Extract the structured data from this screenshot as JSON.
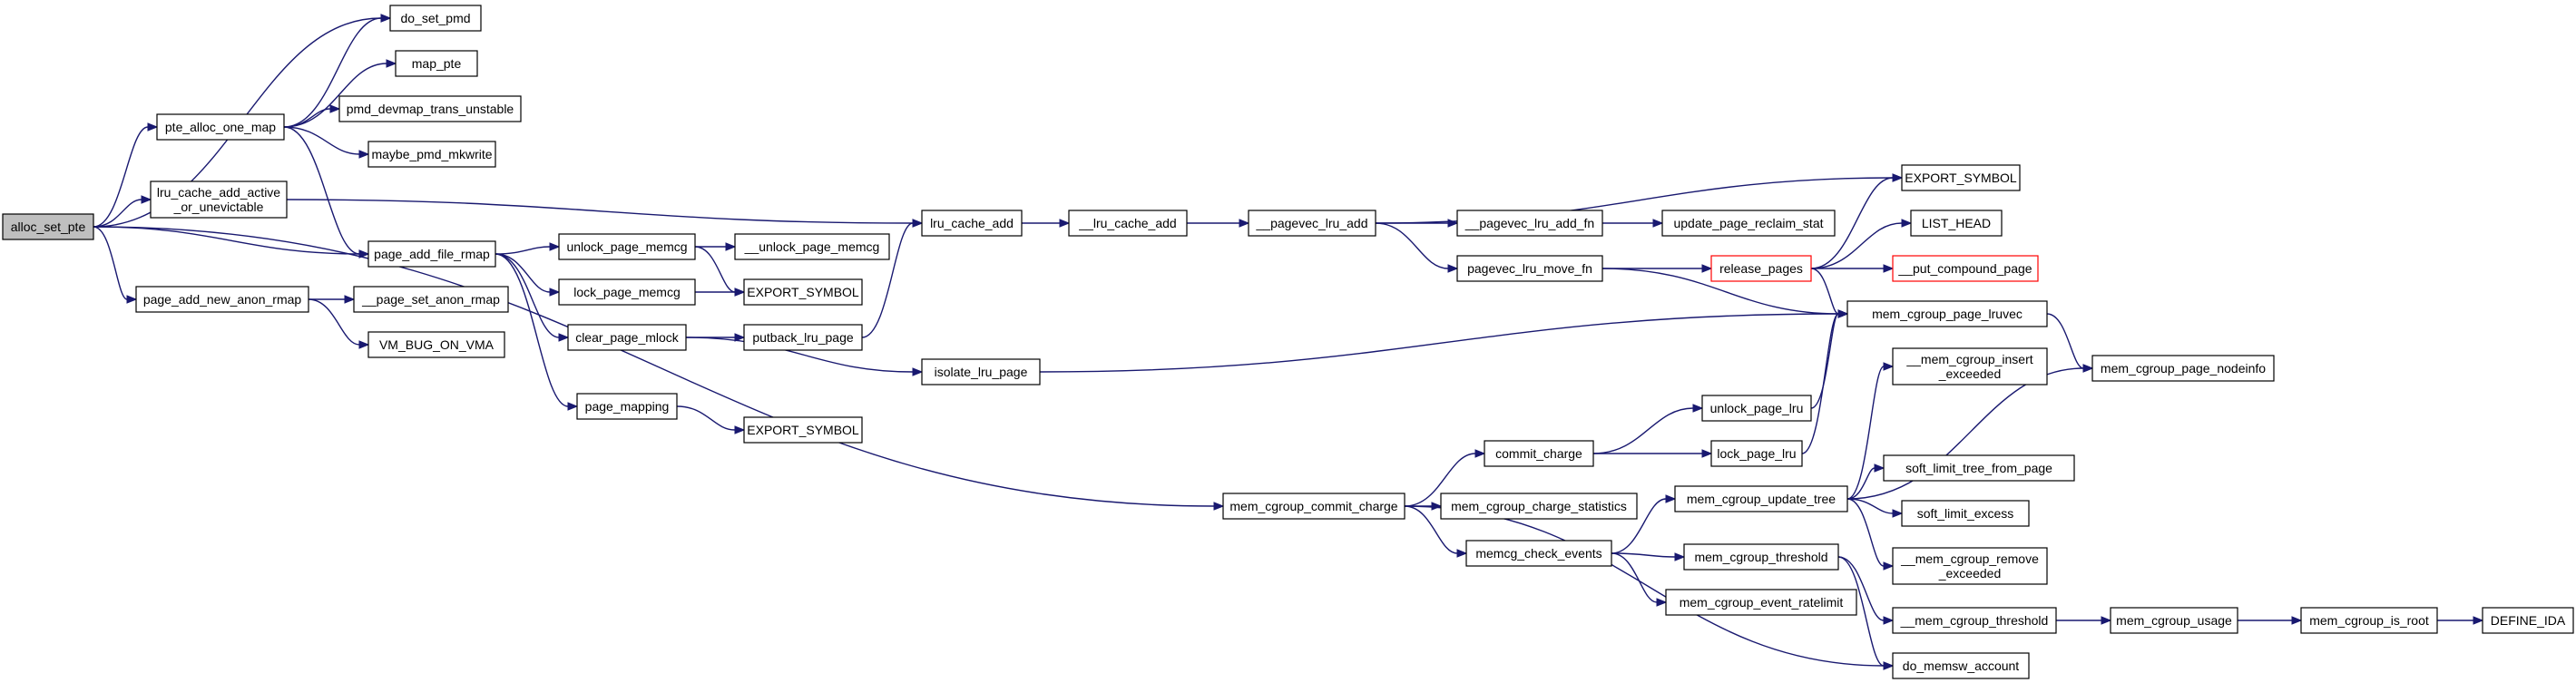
{
  "colors": {
    "edge": "#191970",
    "node_border": "#000000",
    "root_fill": "#bfbfbf",
    "truncated_border": "#ff0000",
    "background": "#ffffff"
  },
  "nodes": [
    {
      "id": "alloc_set_pte",
      "lines": [
        "alloc_set_pte"
      ],
      "kind": "root"
    },
    {
      "id": "do_set_pmd",
      "lines": [
        "do_set_pmd"
      ]
    },
    {
      "id": "pte_alloc_one_map",
      "lines": [
        "pte_alloc_one_map"
      ]
    },
    {
      "id": "map_pte",
      "lines": [
        "map_pte"
      ]
    },
    {
      "id": "pmd_devmap_trans_unstable",
      "lines": [
        "pmd_devmap_trans_unstable"
      ]
    },
    {
      "id": "maybe_pmd_mkwrite",
      "lines": [
        "maybe_pmd_mkwrite"
      ]
    },
    {
      "id": "lru_cache_add_active_or_unevictable",
      "lines": [
        "lru_cache_add_active",
        "_or_unevictable"
      ]
    },
    {
      "id": "page_add_file_rmap",
      "lines": [
        "page_add_file_rmap"
      ]
    },
    {
      "id": "page_add_new_anon_rmap",
      "lines": [
        "page_add_new_anon_rmap"
      ]
    },
    {
      "id": "__page_set_anon_rmap",
      "lines": [
        "__page_set_anon_rmap"
      ]
    },
    {
      "id": "VM_BUG_ON_VMA",
      "lines": [
        "VM_BUG_ON_VMA"
      ]
    },
    {
      "id": "unlock_page_memcg",
      "lines": [
        "unlock_page_memcg"
      ]
    },
    {
      "id": "__unlock_page_memcg",
      "lines": [
        "__unlock_page_memcg"
      ]
    },
    {
      "id": "lock_page_memcg",
      "lines": [
        "lock_page_memcg"
      ]
    },
    {
      "id": "EXPORT_SYMBOL_1",
      "lines": [
        "EXPORT_SYMBOL"
      ]
    },
    {
      "id": "clear_page_mlock",
      "lines": [
        "clear_page_mlock"
      ]
    },
    {
      "id": "putback_lru_page",
      "lines": [
        "putback_lru_page"
      ]
    },
    {
      "id": "page_mapping",
      "lines": [
        "page_mapping"
      ]
    },
    {
      "id": "EXPORT_SYMBOL_2",
      "lines": [
        "EXPORT_SYMBOL"
      ]
    },
    {
      "id": "isolate_lru_page",
      "lines": [
        "isolate_lru_page"
      ]
    },
    {
      "id": "lru_cache_add",
      "lines": [
        "lru_cache_add"
      ]
    },
    {
      "id": "__lru_cache_add",
      "lines": [
        "__lru_cache_add"
      ]
    },
    {
      "id": "__pagevec_lru_add",
      "lines": [
        "__pagevec_lru_add"
      ]
    },
    {
      "id": "__pagevec_lru_add_fn",
      "lines": [
        "__pagevec_lru_add_fn"
      ]
    },
    {
      "id": "update_page_reclaim_stat",
      "lines": [
        "update_page_reclaim_stat"
      ]
    },
    {
      "id": "pagevec_lru_move_fn",
      "lines": [
        "pagevec_lru_move_fn"
      ]
    },
    {
      "id": "release_pages",
      "lines": [
        "release_pages"
      ],
      "kind": "trunc"
    },
    {
      "id": "EXPORT_SYMBOL_3",
      "lines": [
        "EXPORT_SYMBOL"
      ]
    },
    {
      "id": "LIST_HEAD",
      "lines": [
        "LIST_HEAD"
      ]
    },
    {
      "id": "__put_compound_page",
      "lines": [
        "__put_compound_page"
      ],
      "kind": "trunc"
    },
    {
      "id": "mem_cgroup_page_lruvec",
      "lines": [
        "mem_cgroup_page_lruvec"
      ]
    },
    {
      "id": "mem_cgroup_page_nodeinfo",
      "lines": [
        "mem_cgroup_page_nodeinfo"
      ]
    },
    {
      "id": "mem_cgroup_commit_charge",
      "lines": [
        "mem_cgroup_commit_charge"
      ]
    },
    {
      "id": "commit_charge",
      "lines": [
        "commit_charge"
      ]
    },
    {
      "id": "unlock_page_lru",
      "lines": [
        "unlock_page_lru"
      ]
    },
    {
      "id": "lock_page_lru",
      "lines": [
        "lock_page_lru"
      ]
    },
    {
      "id": "mem_cgroup_charge_statistics",
      "lines": [
        "mem_cgroup_charge_statistics"
      ]
    },
    {
      "id": "memcg_check_events",
      "lines": [
        "memcg_check_events"
      ]
    },
    {
      "id": "mem_cgroup_update_tree",
      "lines": [
        "mem_cgroup_update_tree"
      ]
    },
    {
      "id": "__mem_cgroup_insert_exceeded",
      "lines": [
        "__mem_cgroup_insert",
        "_exceeded"
      ]
    },
    {
      "id": "soft_limit_tree_from_page",
      "lines": [
        "soft_limit_tree_from_page"
      ]
    },
    {
      "id": "soft_limit_excess",
      "lines": [
        "soft_limit_excess"
      ]
    },
    {
      "id": "__mem_cgroup_remove_exceeded",
      "lines": [
        "__mem_cgroup_remove",
        "_exceeded"
      ]
    },
    {
      "id": "mem_cgroup_threshold",
      "lines": [
        "mem_cgroup_threshold"
      ]
    },
    {
      "id": "mem_cgroup_event_ratelimit",
      "lines": [
        "mem_cgroup_event_ratelimit"
      ]
    },
    {
      "id": "__mem_cgroup_threshold",
      "lines": [
        "__mem_cgroup_threshold"
      ]
    },
    {
      "id": "mem_cgroup_usage",
      "lines": [
        "mem_cgroup_usage"
      ]
    },
    {
      "id": "mem_cgroup_is_root",
      "lines": [
        "mem_cgroup_is_root"
      ]
    },
    {
      "id": "DEFINE_IDA",
      "lines": [
        "DEFINE_IDA"
      ]
    },
    {
      "id": "do_memsw_account",
      "lines": [
        "do_memsw_account"
      ]
    }
  ],
  "edges": [
    [
      "alloc_set_pte",
      "do_set_pmd"
    ],
    [
      "alloc_set_pte",
      "pte_alloc_one_map"
    ],
    [
      "alloc_set_pte",
      "lru_cache_add_active_or_unevictable"
    ],
    [
      "alloc_set_pte",
      "page_add_file_rmap"
    ],
    [
      "alloc_set_pte",
      "page_add_new_anon_rmap"
    ],
    [
      "alloc_set_pte",
      "mem_cgroup_commit_charge"
    ],
    [
      "pte_alloc_one_map",
      "do_set_pmd"
    ],
    [
      "pte_alloc_one_map",
      "map_pte"
    ],
    [
      "pte_alloc_one_map",
      "pmd_devmap_trans_unstable"
    ],
    [
      "pte_alloc_one_map",
      "maybe_pmd_mkwrite"
    ],
    [
      "pte_alloc_one_map",
      "page_add_file_rmap"
    ],
    [
      "lru_cache_add_active_or_unevictable",
      "lru_cache_add"
    ],
    [
      "page_add_file_rmap",
      "unlock_page_memcg"
    ],
    [
      "page_add_file_rmap",
      "lock_page_memcg"
    ],
    [
      "page_add_file_rmap",
      "clear_page_mlock"
    ],
    [
      "page_add_file_rmap",
      "page_mapping"
    ],
    [
      "page_add_new_anon_rmap",
      "__page_set_anon_rmap"
    ],
    [
      "page_add_new_anon_rmap",
      "VM_BUG_ON_VMA"
    ],
    [
      "unlock_page_memcg",
      "__unlock_page_memcg"
    ],
    [
      "unlock_page_memcg",
      "EXPORT_SYMBOL_1"
    ],
    [
      "lock_page_memcg",
      "EXPORT_SYMBOL_1"
    ],
    [
      "clear_page_mlock",
      "putback_lru_page"
    ],
    [
      "clear_page_mlock",
      "isolate_lru_page"
    ],
    [
      "putback_lru_page",
      "lru_cache_add"
    ],
    [
      "page_mapping",
      "EXPORT_SYMBOL_2"
    ],
    [
      "isolate_lru_page",
      "mem_cgroup_page_lruvec"
    ],
    [
      "lru_cache_add",
      "__lru_cache_add"
    ],
    [
      "__lru_cache_add",
      "__pagevec_lru_add"
    ],
    [
      "__pagevec_lru_add",
      "EXPORT_SYMBOL_3"
    ],
    [
      "__pagevec_lru_add",
      "__pagevec_lru_add_fn"
    ],
    [
      "__pagevec_lru_add",
      "pagevec_lru_move_fn"
    ],
    [
      "__pagevec_lru_add_fn",
      "update_page_reclaim_stat"
    ],
    [
      "pagevec_lru_move_fn",
      "release_pages"
    ],
    [
      "pagevec_lru_move_fn",
      "mem_cgroup_page_lruvec"
    ],
    [
      "release_pages",
      "EXPORT_SYMBOL_3"
    ],
    [
      "release_pages",
      "LIST_HEAD"
    ],
    [
      "release_pages",
      "__put_compound_page"
    ],
    [
      "release_pages",
      "mem_cgroup_page_lruvec"
    ],
    [
      "mem_cgroup_page_lruvec",
      "mem_cgroup_page_nodeinfo"
    ],
    [
      "mem_cgroup_commit_charge",
      "commit_charge"
    ],
    [
      "mem_cgroup_commit_charge",
      "mem_cgroup_charge_statistics"
    ],
    [
      "mem_cgroup_commit_charge",
      "memcg_check_events"
    ],
    [
      "mem_cgroup_commit_charge",
      "do_memsw_account"
    ],
    [
      "commit_charge",
      "unlock_page_lru"
    ],
    [
      "commit_charge",
      "lock_page_lru"
    ],
    [
      "unlock_page_lru",
      "mem_cgroup_page_lruvec"
    ],
    [
      "lock_page_lru",
      "mem_cgroup_page_lruvec"
    ],
    [
      "memcg_check_events",
      "mem_cgroup_update_tree"
    ],
    [
      "memcg_check_events",
      "mem_cgroup_threshold"
    ],
    [
      "memcg_check_events",
      "mem_cgroup_event_ratelimit"
    ],
    [
      "mem_cgroup_update_tree",
      "__mem_cgroup_insert_exceeded"
    ],
    [
      "mem_cgroup_update_tree",
      "mem_cgroup_page_nodeinfo"
    ],
    [
      "mem_cgroup_update_tree",
      "soft_limit_tree_from_page"
    ],
    [
      "mem_cgroup_update_tree",
      "soft_limit_excess"
    ],
    [
      "mem_cgroup_update_tree",
      "__mem_cgroup_remove_exceeded"
    ],
    [
      "mem_cgroup_threshold",
      "__mem_cgroup_threshold"
    ],
    [
      "mem_cgroup_threshold",
      "do_memsw_account"
    ],
    [
      "__mem_cgroup_threshold",
      "mem_cgroup_usage"
    ],
    [
      "mem_cgroup_usage",
      "mem_cgroup_is_root"
    ],
    [
      "mem_cgroup_is_root",
      "DEFINE_IDA"
    ]
  ]
}
